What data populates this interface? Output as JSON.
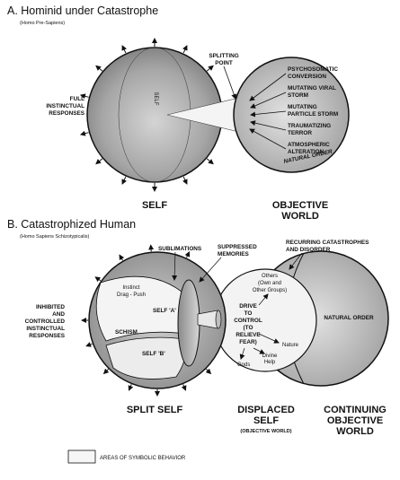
{
  "panel_a": {
    "title": "A. Hominid under Catastrophe",
    "subtitle": "(Homo Pre-Sapiens)",
    "splitting_point": [
      "SPLITTING",
      "POINT"
    ],
    "full_instinctual": [
      "FULL",
      "INSTINCTUAL",
      "RESPONSES"
    ],
    "self_inner": "SELF",
    "catastrophes": [
      [
        "PSYCHOSOMATIC",
        "CONVERSION"
      ],
      [
        "MUTATING VIRAL",
        "STORM"
      ],
      [
        "MUTATING",
        "PARTICLE STORM"
      ],
      [
        "TRAUMATIZING",
        "TERROR"
      ],
      [
        "ATMOSPHERIC",
        "ALTERATION"
      ]
    ],
    "natural_order": "NATURAL ORDER",
    "self_label": "SELF",
    "objective_world": [
      "OBJECTIVE",
      "WORLD"
    ]
  },
  "panel_b": {
    "title": "B. Catastrophized Human",
    "subtitle": "(Homo Sapiens Schizotypicalis)",
    "sublimations": "SUBLIMATIONS",
    "suppressed_memories": [
      "SUPPRESSED",
      "MEMORIES"
    ],
    "recurring": [
      "RECURRING CATASTROPHES",
      "AND DISORDER"
    ],
    "instinct": [
      "Instinct",
      "Drag - Push"
    ],
    "self_a": "SELF 'A'",
    "schism": "SCHISM",
    "self_b": "SELF 'B'",
    "inhibited": [
      "INHIBITED",
      "AND",
      "CONTROLLED",
      "INSTINCTUAL",
      "RESPONSES"
    ],
    "others": [
      "Others",
      "(Own and",
      "Other Groups)"
    ],
    "drive": [
      "DRIVE",
      "TO",
      "CONTROL",
      "(TO",
      "RELIEVE",
      "FEAR)"
    ],
    "nature": "Nature",
    "divine_help": [
      "Divine",
      "Help"
    ],
    "gods": "Gods",
    "natural_order": "NATURAL ORDER",
    "split_self": "SPLIT SELF",
    "displaced_self": [
      "DISPLACED",
      "SELF"
    ],
    "objective_world_small": "(OBJECTIVE WORLD)",
    "continuing": [
      "CONTINUING",
      "OBJECTIVE",
      "WORLD"
    ]
  },
  "legend": {
    "label": "AREAS OF SYMBOLIC BEHAVIOR"
  }
}
